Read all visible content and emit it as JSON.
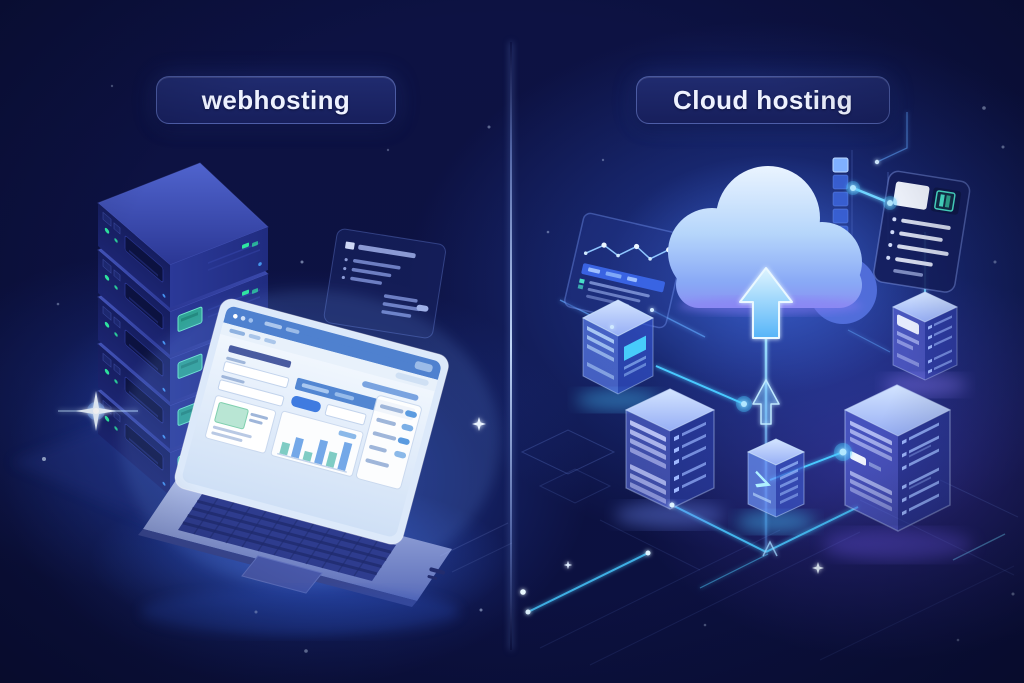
{
  "scene": {
    "background_color": "#0d1243",
    "divider_color": "#c8deff",
    "accent_cyan": "#49c9ff",
    "accent_blue": "#3b6ef0",
    "accent_green": "#2ee6a0",
    "accent_purple": "#8b7bf5",
    "pill_fill": "#1b2565",
    "pill_border": "#8fa0e8"
  },
  "left_section": {
    "label": "webhosting",
    "icons": [
      "server-stack-icon",
      "laptop-dashboard-icon",
      "floating-card-icon",
      "sparkle-icon"
    ]
  },
  "right_section": {
    "label": "Cloud hosting",
    "icons": [
      "cloud-upload-icon",
      "upload-arrow-icon",
      "chart-panel-icon",
      "server-card-icon",
      "memory-strip-icon",
      "server-node-icons",
      "circuit-lines-icon"
    ]
  }
}
